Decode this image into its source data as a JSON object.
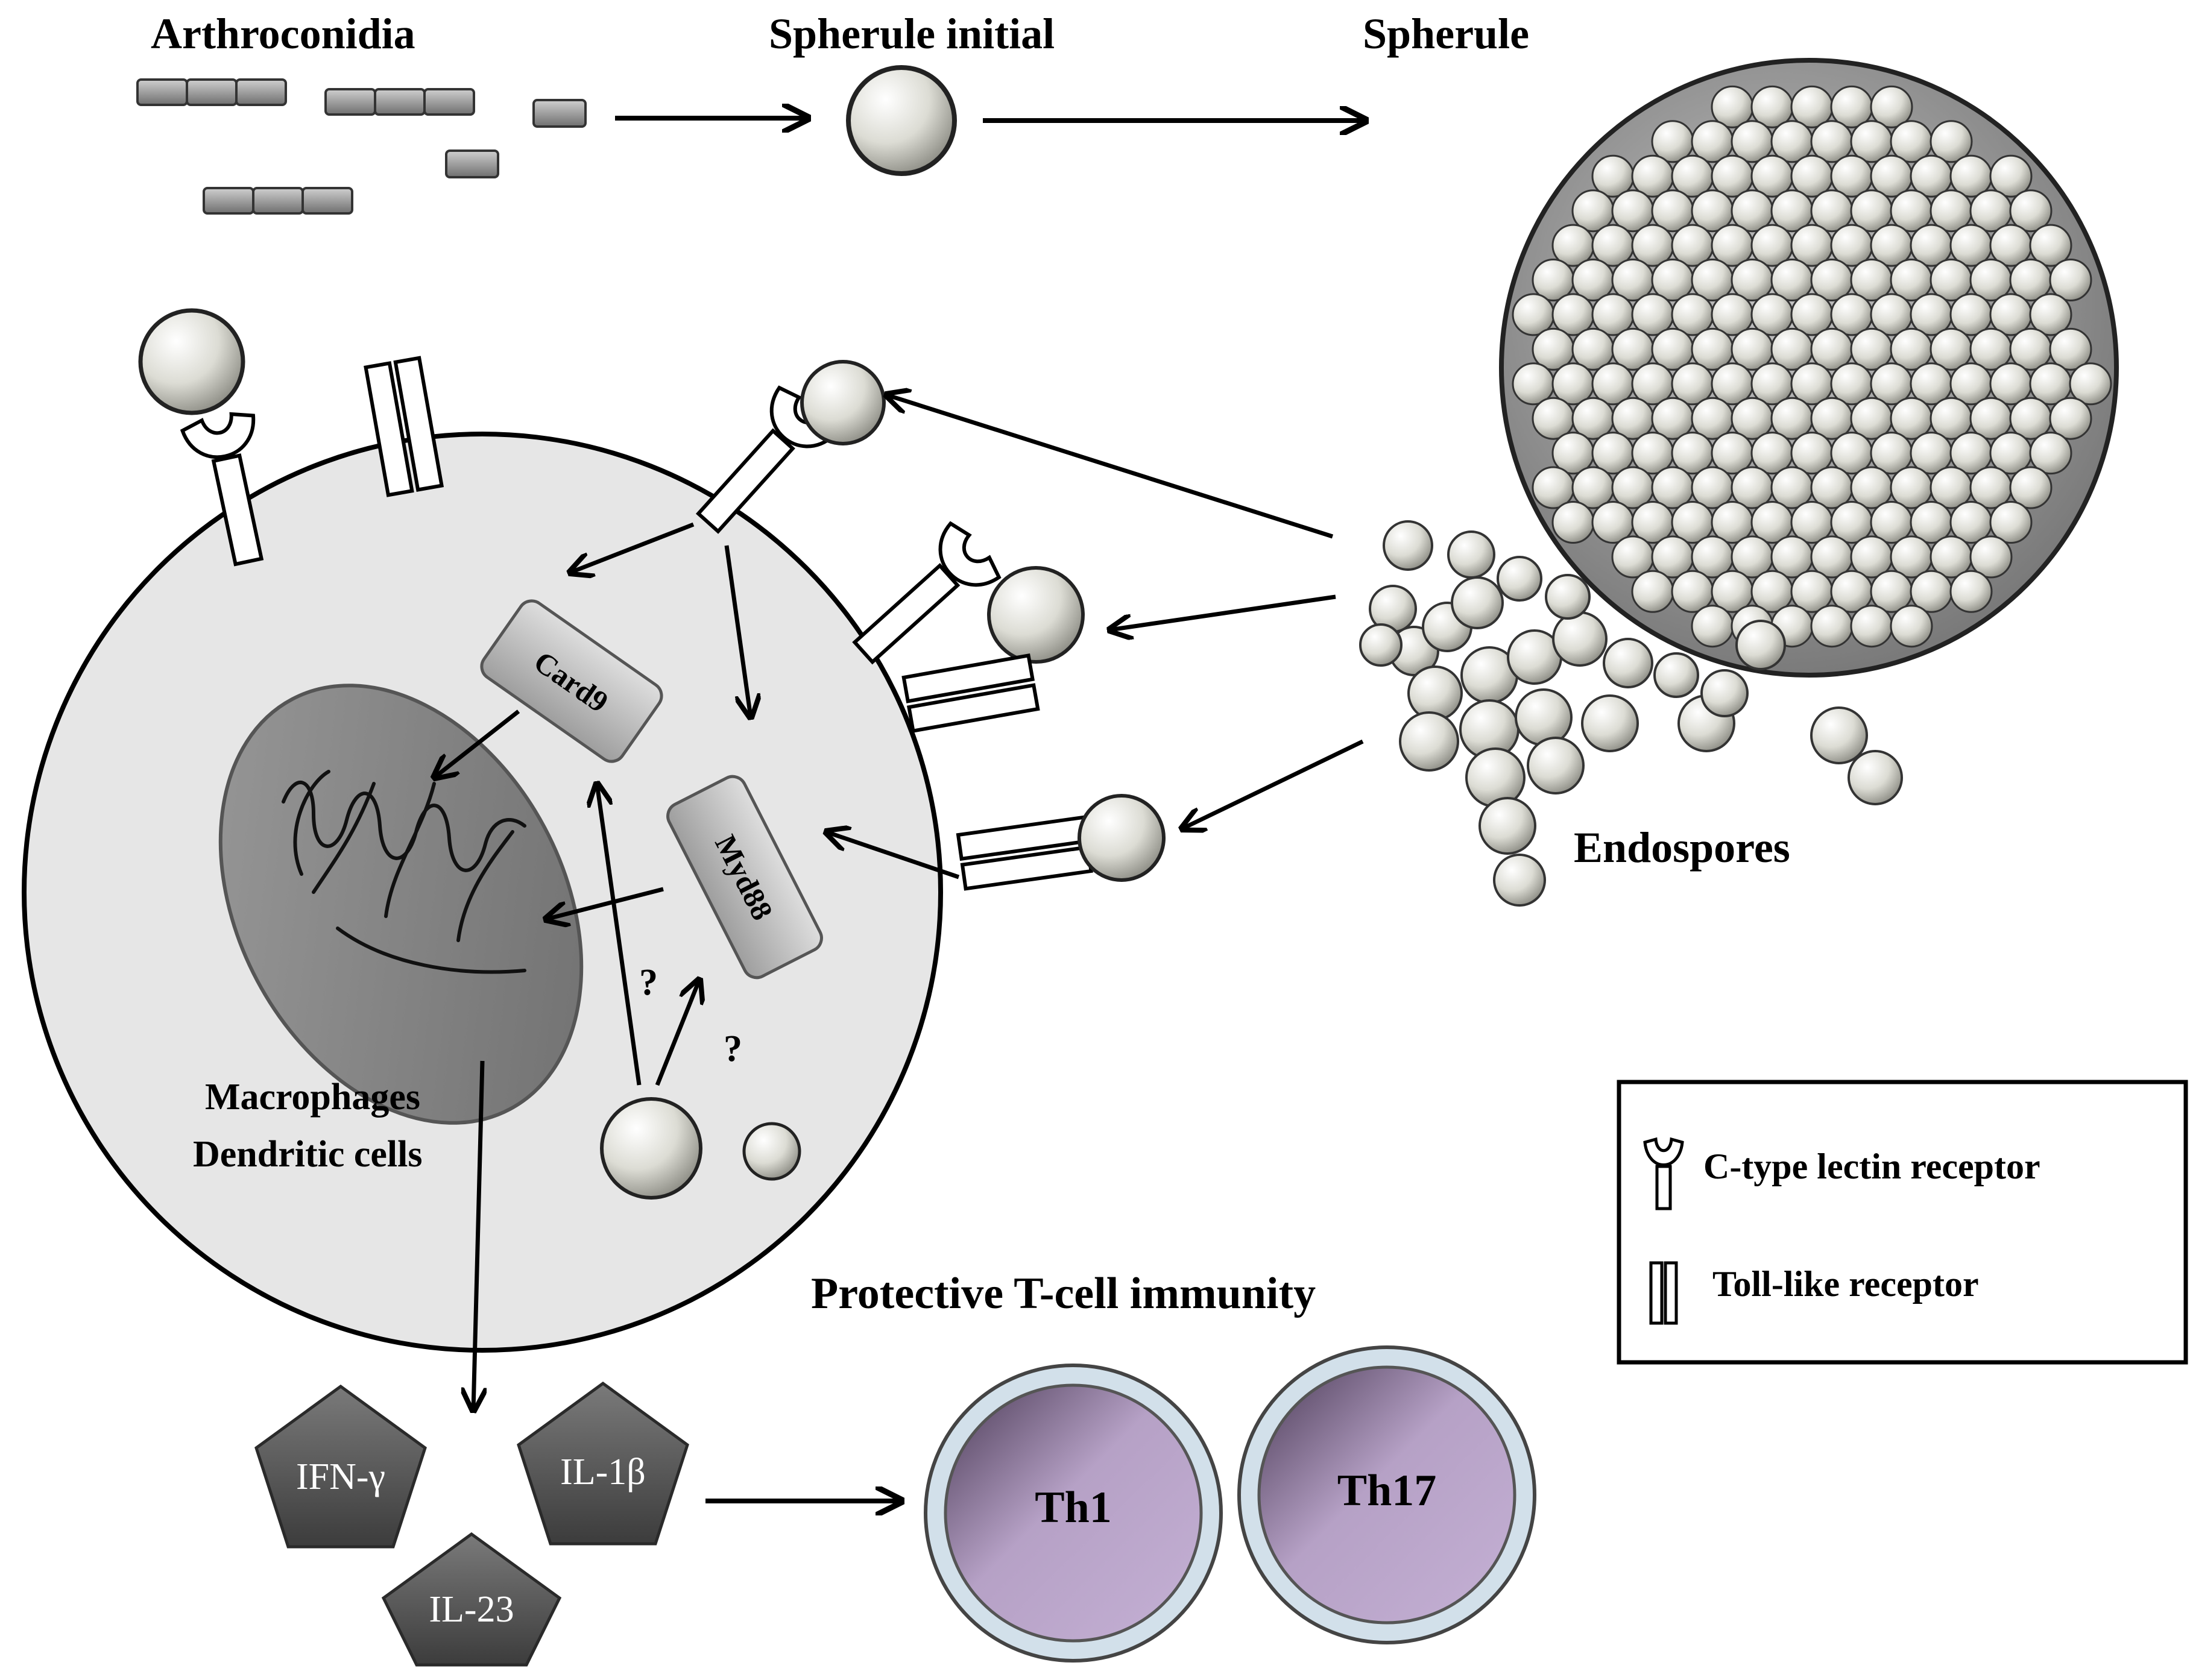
{
  "stages": {
    "arthroconidia": "Arthroconidia",
    "spherule_initial": "Spherule initial",
    "spherule": "Spherule",
    "endospores": "Endospores"
  },
  "cell": {
    "label_line1": "Macrophages",
    "label_line2": "Dendritic cells",
    "card9": "Card9",
    "myd88": "Myd88",
    "unknown_mark": "?"
  },
  "cytokines": [
    "IFN-γ",
    "IL-1β",
    "IL-23"
  ],
  "immunity": {
    "title": "Protective T-cell immunity",
    "th1": "Th1",
    "th17": "Th17"
  },
  "legend": {
    "clr": "C-type lectin receptor",
    "tlr": "Toll-like receptor"
  },
  "colors": {
    "cell_fill": "#e6e6e6",
    "nucleus": "#8a8a8a",
    "adaptor_box": "#bdbdbd",
    "cytokine": "#5a5a5a",
    "tcell": "#b8a3c8",
    "tcell_ring": "#c9d9e6"
  }
}
